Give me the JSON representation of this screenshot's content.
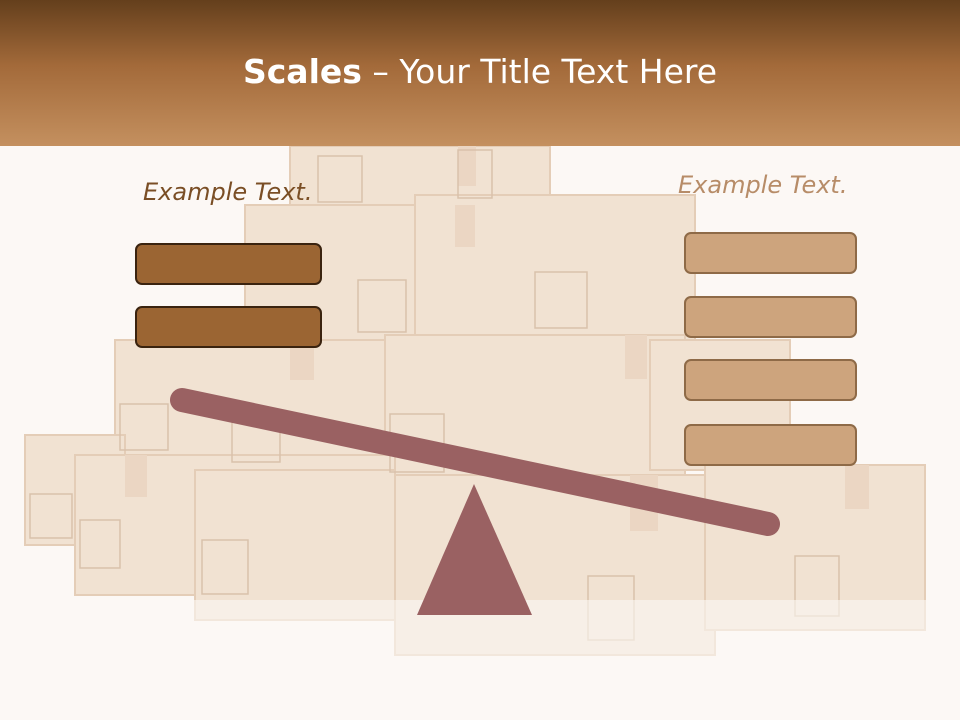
{
  "slide": {
    "title_bold": "Scales",
    "title_rest": " – Your Title Text Here",
    "left_label": "Example Text.",
    "right_label": "Example Text."
  },
  "left_boxes": [
    "",
    ""
  ],
  "right_boxes": [
    "",
    "",
    "",
    ""
  ],
  "background": "stacked-cardboard-boxes",
  "colors": {
    "header_dark": "#643f1c",
    "header_light": "#c4905f",
    "left_box_fill": "#9b6533",
    "right_box_fill": "#cda47d",
    "beam": "#9a6162",
    "left_label": "#7a4e25",
    "right_label": "#b78c68"
  }
}
